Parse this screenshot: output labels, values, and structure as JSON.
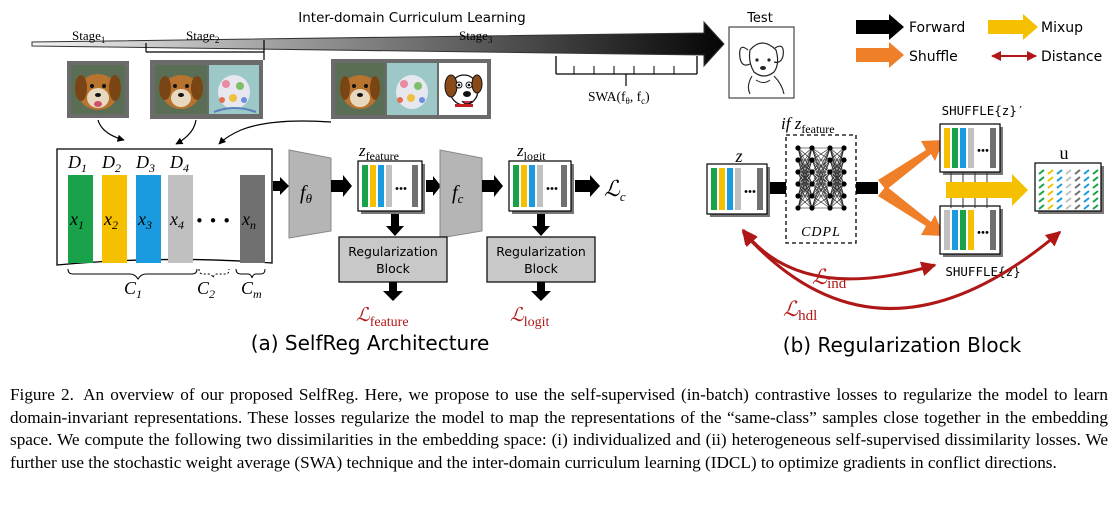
{
  "curriculum": {
    "title": "Inter-domain Curriculum Learning",
    "stage1": "Stage",
    "stage1_sub": "1",
    "stage2": "Stage",
    "stage2_sub": "2",
    "stage3": "Stage",
    "stage3_sub": "3",
    "swa": "SWA(f",
    "swa_theta": "θ",
    "swa_mid": ", f",
    "swa_c": "c",
    "swa_end": ")",
    "test": "Test"
  },
  "legend": {
    "forward": "Forward",
    "mixup": "Mixup",
    "shuffle": "Shuffle",
    "distance": "Distance"
  },
  "colors": {
    "green": "#1aa24b",
    "yellow": "#f5c000",
    "blue": "#1a9be0",
    "lightgray": "#c0c0c0",
    "darkgray": "#707070",
    "orange": "#f07f2a",
    "red": "#b01818"
  },
  "arch": {
    "domains": [
      "D",
      "D",
      "D",
      "D"
    ],
    "domain_subs": [
      "1",
      "2",
      "3",
      "4"
    ],
    "samples": [
      "x",
      "x",
      "x",
      "x",
      "x"
    ],
    "sample_subs": [
      "1",
      "2",
      "3",
      "4",
      "n"
    ],
    "dots": "• • •",
    "classes": [
      "C",
      "C",
      "C"
    ],
    "class_subs": [
      "1",
      "2",
      "m"
    ],
    "f_theta": "f",
    "f_theta_sub": "θ",
    "f_c": "f",
    "f_c_sub": "c",
    "z_feature": "z",
    "z_feature_sub": "feature",
    "z_logit": "z",
    "z_logit_sub": "logit",
    "reg_block_1": "Regularization",
    "reg_block_2": "Block",
    "loss_c": "ℒ",
    "loss_c_sub": "c",
    "loss_feature": "ℒ",
    "loss_feature_sub": "feature",
    "loss_logit": "ℒ",
    "loss_logit_sub": "logit",
    "subtitle": "(a) SelfReg Architecture"
  },
  "reg": {
    "z": "z",
    "if_z": "if z",
    "if_z_sub": "feature",
    "cdpl": "CDPL",
    "shuffle_prime": "SHUFFLE{z}′",
    "shuffle": "SHUFFLE{z}",
    "u": "u",
    "loss_ind": "ℒ",
    "loss_ind_sub": "ind",
    "loss_hdl": "ℒ",
    "loss_hdl_sub": "hdl",
    "subtitle": "(b) Regularization Block"
  },
  "caption": {
    "label": "Figure 2.",
    "text": "An overview of our proposed SelfReg. Here, we propose to use the self-supervised (in-batch) contrastive losses to regularize the model to learn domain-invariant representations. These losses regularize the model to map the representations of the “same-class” samples close together in the embedding space. We compute the following two dissimilarities in the embedding space: (i) individualized and (ii) heterogeneous self-supervised dissimilarity losses. We further use the stochastic weight average (SWA) technique and the inter-domain curriculum learning (IDCL) to optimize gradients in conflict directions."
  }
}
